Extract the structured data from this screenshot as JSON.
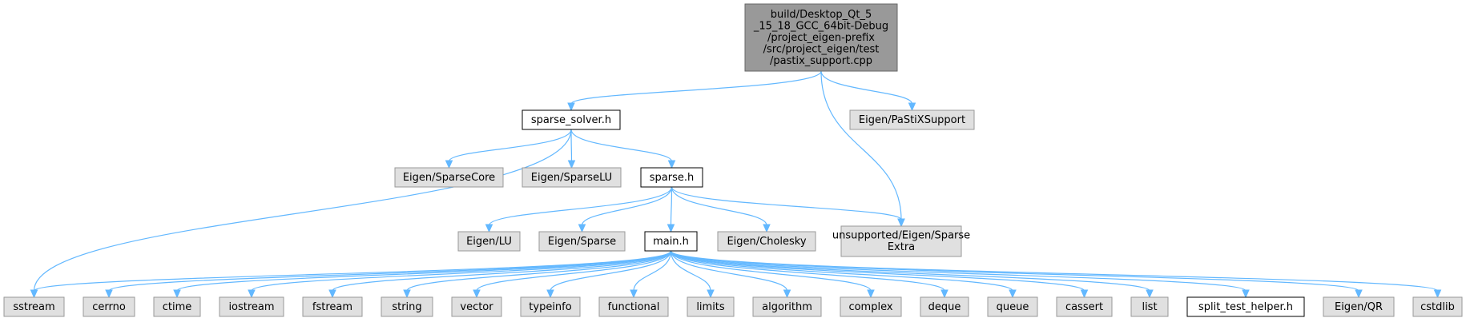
{
  "diagram": {
    "nodes": [
      {
        "id": "root",
        "lines": [
          "build/Desktop_Qt_5",
          "_15_18_GCC_64bit-Debug",
          "/project_eigen-prefix",
          "/src/project_eigen/test",
          "/pastix_support.cpp"
        ],
        "kind": "root"
      },
      {
        "id": "sparse_solver",
        "lines": [
          "sparse_solver.h"
        ],
        "kind": "local"
      },
      {
        "id": "pastix",
        "lines": [
          "Eigen/PaStiXSupport"
        ],
        "kind": "system"
      },
      {
        "id": "sparsecore",
        "lines": [
          "Eigen/SparseCore"
        ],
        "kind": "system"
      },
      {
        "id": "sparselu",
        "lines": [
          "Eigen/SparseLU"
        ],
        "kind": "system"
      },
      {
        "id": "sparse_h",
        "lines": [
          "sparse.h"
        ],
        "kind": "local"
      },
      {
        "id": "unsupported",
        "lines": [
          "unsupported/Eigen/Sparse",
          "Extra"
        ],
        "kind": "system"
      },
      {
        "id": "lu",
        "lines": [
          "Eigen/LU"
        ],
        "kind": "system"
      },
      {
        "id": "esparse",
        "lines": [
          "Eigen/Sparse"
        ],
        "kind": "system"
      },
      {
        "id": "main_h",
        "lines": [
          "main.h"
        ],
        "kind": "local"
      },
      {
        "id": "cholesky",
        "lines": [
          "Eigen/Cholesky"
        ],
        "kind": "system"
      },
      {
        "id": "sstream",
        "lines": [
          "sstream"
        ],
        "kind": "system"
      },
      {
        "id": "cerrno",
        "lines": [
          "cerrno"
        ],
        "kind": "system"
      },
      {
        "id": "ctime",
        "lines": [
          "ctime"
        ],
        "kind": "system"
      },
      {
        "id": "iostream",
        "lines": [
          "iostream"
        ],
        "kind": "system"
      },
      {
        "id": "fstream",
        "lines": [
          "fstream"
        ],
        "kind": "system"
      },
      {
        "id": "string",
        "lines": [
          "string"
        ],
        "kind": "system"
      },
      {
        "id": "vector",
        "lines": [
          "vector"
        ],
        "kind": "system"
      },
      {
        "id": "typeinfo",
        "lines": [
          "typeinfo"
        ],
        "kind": "system"
      },
      {
        "id": "functional",
        "lines": [
          "functional"
        ],
        "kind": "system"
      },
      {
        "id": "limits",
        "lines": [
          "limits"
        ],
        "kind": "system"
      },
      {
        "id": "algorithm",
        "lines": [
          "algorithm"
        ],
        "kind": "system"
      },
      {
        "id": "complex",
        "lines": [
          "complex"
        ],
        "kind": "system"
      },
      {
        "id": "deque",
        "lines": [
          "deque"
        ],
        "kind": "system"
      },
      {
        "id": "queue",
        "lines": [
          "queue"
        ],
        "kind": "system"
      },
      {
        "id": "cassert",
        "lines": [
          "cassert"
        ],
        "kind": "system"
      },
      {
        "id": "list",
        "lines": [
          "list"
        ],
        "kind": "system"
      },
      {
        "id": "split",
        "lines": [
          "split_test_helper.h"
        ],
        "kind": "local"
      },
      {
        "id": "qr",
        "lines": [
          "Eigen/QR"
        ],
        "kind": "system"
      },
      {
        "id": "cstdlib",
        "lines": [
          "cstdlib"
        ],
        "kind": "system"
      }
    ],
    "edges": [
      [
        "root",
        "sparse_solver"
      ],
      [
        "root",
        "pastix"
      ],
      [
        "root",
        "unsupported"
      ],
      [
        "sparse_solver",
        "sstream"
      ],
      [
        "sparse_solver",
        "sparsecore"
      ],
      [
        "sparse_solver",
        "sparselu"
      ],
      [
        "sparse_solver",
        "sparse_h"
      ],
      [
        "sparse_h",
        "lu"
      ],
      [
        "sparse_h",
        "esparse"
      ],
      [
        "sparse_h",
        "main_h"
      ],
      [
        "sparse_h",
        "cholesky"
      ],
      [
        "sparse_h",
        "unsupported"
      ],
      [
        "main_h",
        "sstream"
      ],
      [
        "main_h",
        "cerrno"
      ],
      [
        "main_h",
        "ctime"
      ],
      [
        "main_h",
        "iostream"
      ],
      [
        "main_h",
        "fstream"
      ],
      [
        "main_h",
        "string"
      ],
      [
        "main_h",
        "vector"
      ],
      [
        "main_h",
        "typeinfo"
      ],
      [
        "main_h",
        "functional"
      ],
      [
        "main_h",
        "limits"
      ],
      [
        "main_h",
        "algorithm"
      ],
      [
        "main_h",
        "complex"
      ],
      [
        "main_h",
        "deque"
      ],
      [
        "main_h",
        "queue"
      ],
      [
        "main_h",
        "cassert"
      ],
      [
        "main_h",
        "list"
      ],
      [
        "main_h",
        "split"
      ],
      [
        "main_h",
        "qr"
      ],
      [
        "main_h",
        "cstdlib"
      ]
    ],
    "colors": {
      "root_fill": "#999999",
      "root_stroke": "#666666",
      "local_fill": "#ffffff",
      "local_stroke": "#000000",
      "system_fill": "#e0e0e0",
      "system_stroke": "#999999",
      "edge": "#63b8ff"
    }
  }
}
